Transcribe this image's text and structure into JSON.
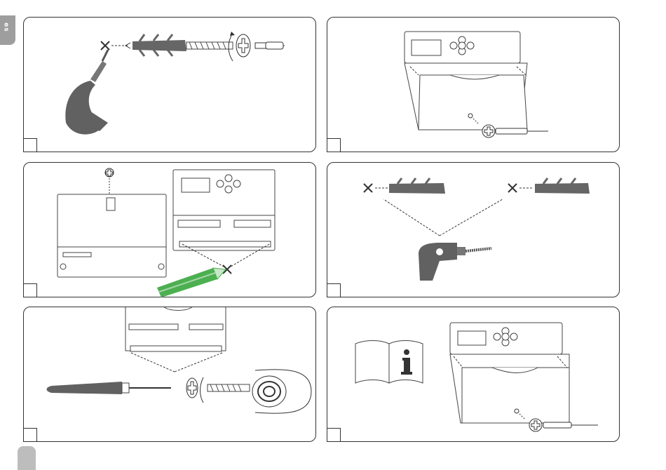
{
  "side_tab": {
    "label": "es"
  },
  "panels": [
    {
      "id": 1,
      "step_label": ""
    },
    {
      "id": 2,
      "step_label": ""
    },
    {
      "id": 3,
      "step_label": ""
    },
    {
      "id": 4,
      "step_label": ""
    },
    {
      "id": 5,
      "step_label": ""
    },
    {
      "id": 6,
      "step_label": ""
    }
  ],
  "colors": {
    "tool_gray": "#616161",
    "pencil_green": "#4caf50",
    "line": "#333333"
  }
}
